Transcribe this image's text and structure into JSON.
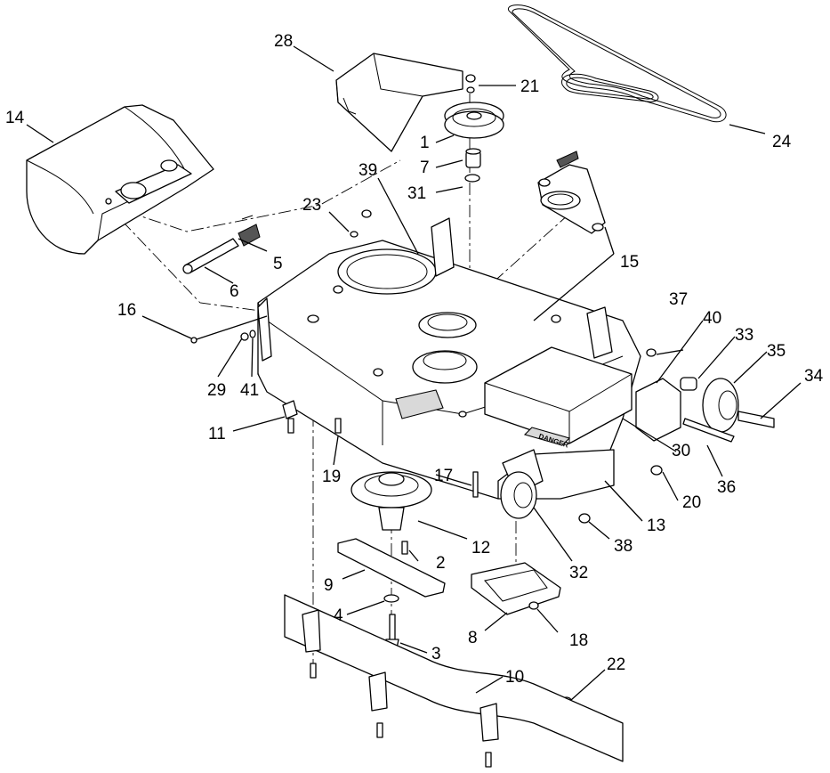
{
  "diagram": {
    "callouts": {
      "c1": "1",
      "c2": "2",
      "c3": "3",
      "c4": "4",
      "c5": "5",
      "c6": "6",
      "c7": "7",
      "c8": "8",
      "c9": "9",
      "c10": "10",
      "c11": "11",
      "c12": "12",
      "c13": "13",
      "c14": "14",
      "c15": "15",
      "c16": "16",
      "c17": "17",
      "c18": "18",
      "c19": "19",
      "c20": "20",
      "c21": "21",
      "c22": "22",
      "c23": "23",
      "c24": "24",
      "c28": "28",
      "c29": "29",
      "c30": "30",
      "c31": "31",
      "c32": "32",
      "c33": "33",
      "c34": "34",
      "c35": "35",
      "c36": "36",
      "c37": "37",
      "c38": "38",
      "c39": "39",
      "c40": "40",
      "c41": "41"
    },
    "decal_text": "DANGER"
  }
}
